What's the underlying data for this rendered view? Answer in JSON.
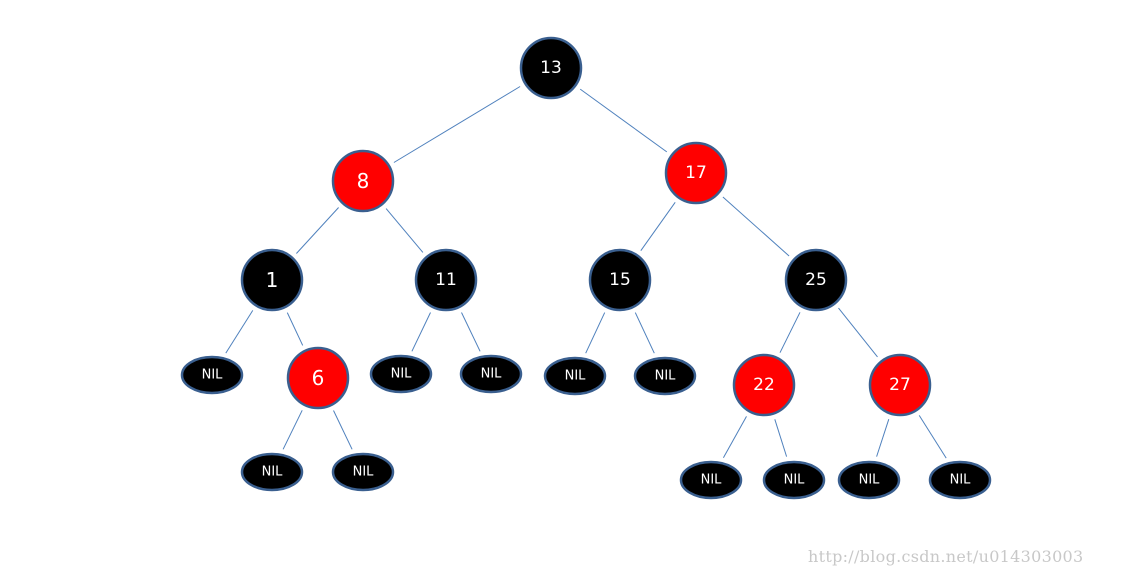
{
  "tree": {
    "colors": {
      "black": "#000000",
      "red": "#ff0000",
      "edge": "#4f81bd",
      "outline": "#3a5f8f",
      "text": "#ffffff"
    },
    "nodes": [
      {
        "id": "n13",
        "label": "13",
        "color": "black",
        "kind": "key"
      },
      {
        "id": "n8",
        "label": "8",
        "color": "red",
        "kind": "key"
      },
      {
        "id": "n17",
        "label": "17",
        "color": "red",
        "kind": "key"
      },
      {
        "id": "n1",
        "label": "1",
        "color": "black",
        "kind": "key"
      },
      {
        "id": "n11",
        "label": "11",
        "color": "black",
        "kind": "key"
      },
      {
        "id": "n15",
        "label": "15",
        "color": "black",
        "kind": "key"
      },
      {
        "id": "n25",
        "label": "25",
        "color": "black",
        "kind": "key"
      },
      {
        "id": "nil1a",
        "label": "NIL",
        "color": "black",
        "kind": "nil"
      },
      {
        "id": "n6",
        "label": "6",
        "color": "red",
        "kind": "key"
      },
      {
        "id": "nil11a",
        "label": "NIL",
        "color": "black",
        "kind": "nil"
      },
      {
        "id": "nil11b",
        "label": "NIL",
        "color": "black",
        "kind": "nil"
      },
      {
        "id": "nil15a",
        "label": "NIL",
        "color": "black",
        "kind": "nil"
      },
      {
        "id": "nil15b",
        "label": "NIL",
        "color": "black",
        "kind": "nil"
      },
      {
        "id": "n22",
        "label": "22",
        "color": "red",
        "kind": "key"
      },
      {
        "id": "n27",
        "label": "27",
        "color": "red",
        "kind": "key"
      },
      {
        "id": "nil6a",
        "label": "NIL",
        "color": "black",
        "kind": "nil"
      },
      {
        "id": "nil6b",
        "label": "NIL",
        "color": "black",
        "kind": "nil"
      },
      {
        "id": "nil22a",
        "label": "NIL",
        "color": "black",
        "kind": "nil"
      },
      {
        "id": "nil22b",
        "label": "NIL",
        "color": "black",
        "kind": "nil"
      },
      {
        "id": "nil27a",
        "label": "NIL",
        "color": "black",
        "kind": "nil"
      },
      {
        "id": "nil27b",
        "label": "NIL",
        "color": "black",
        "kind": "nil"
      }
    ],
    "edges": [
      [
        "n13",
        "n8"
      ],
      [
        "n13",
        "n17"
      ],
      [
        "n8",
        "n1"
      ],
      [
        "n8",
        "n11"
      ],
      [
        "n17",
        "n15"
      ],
      [
        "n17",
        "n25"
      ],
      [
        "n1",
        "nil1a"
      ],
      [
        "n1",
        "n6"
      ],
      [
        "n11",
        "nil11a"
      ],
      [
        "n11",
        "nil11b"
      ],
      [
        "n15",
        "nil15a"
      ],
      [
        "n15",
        "nil15b"
      ],
      [
        "n25",
        "n22"
      ],
      [
        "n25",
        "n27"
      ],
      [
        "n6",
        "nil6a"
      ],
      [
        "n6",
        "nil6b"
      ],
      [
        "n22",
        "nil22a"
      ],
      [
        "n22",
        "nil22b"
      ],
      [
        "n27",
        "nil27a"
      ],
      [
        "n27",
        "nil27b"
      ]
    ]
  },
  "watermark": "http://blog.csdn.net/u014303003"
}
